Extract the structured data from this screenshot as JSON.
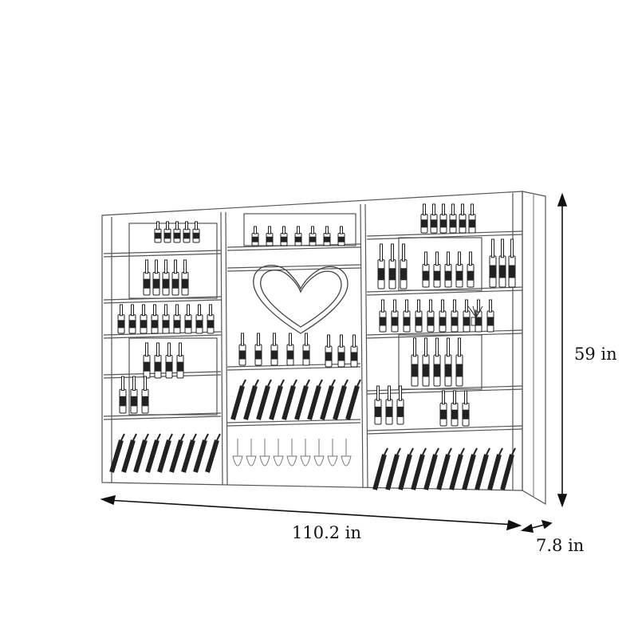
{
  "product": {
    "description_lines": "sketch",
    "colors": {
      "line": "#222222",
      "light_line": "#8a8a8a",
      "background": "#ffffff"
    }
  },
  "dimensions": {
    "width_label": "110.2 in",
    "height_label": "59 in",
    "depth_label": "7.8 in"
  }
}
